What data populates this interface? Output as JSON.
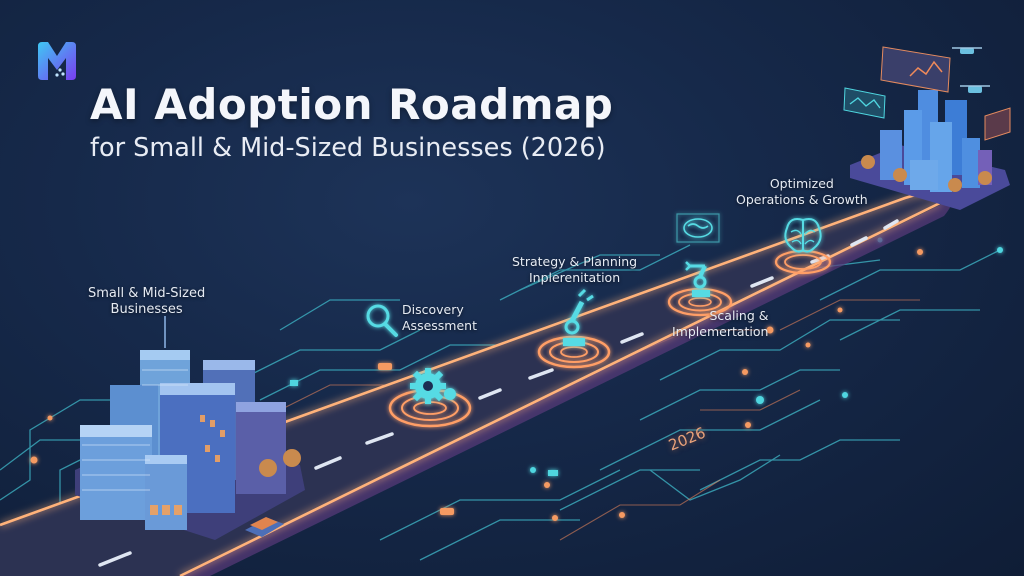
{
  "header": {
    "logo_icon": "m-logo-icon",
    "title": "AI Adoption Roadmap",
    "subtitle": "for Small & Mid-Sized Businesses (2026)"
  },
  "roadmap": {
    "start": {
      "label_line1": "Small & Mid-Sized",
      "label_line2": "Businesses",
      "icon": "city-buildings-icon"
    },
    "milestones": [
      {
        "label_line1": "Discovery",
        "label_line2": "Assessment",
        "icon": "magnifier-icon",
        "marker_icon": "gear-icon"
      },
      {
        "label_line1": "Strategy & Planning",
        "label_line2": "Inplerenitation",
        "icon": "robotic-arm-icon"
      },
      {
        "label_line1": "Scaling &",
        "label_line2": "Implemertation",
        "icon": "robotic-arm-icon",
        "extra_icon": "brain-screen-icon"
      },
      {
        "label_line1": "Optimized",
        "label_line2": "Operations & Growth",
        "icon": "brain-icon"
      }
    ],
    "end": {
      "icon": "smart-city-icon"
    },
    "year_marker": "2026"
  },
  "colors": {
    "background": "#14233f",
    "road": "#2a2f4f",
    "road_edge_glow": "#ff9a5c",
    "accent_cyan": "#4fd6e0",
    "accent_orange": "#f59a62",
    "building_blue": "#5b8fd6",
    "title_text": "#f4f6fb"
  }
}
